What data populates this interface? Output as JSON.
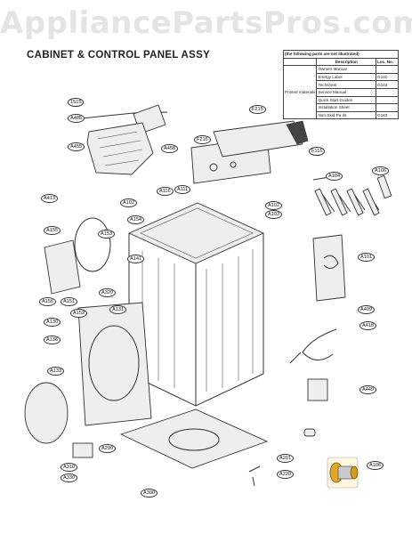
{
  "watermark": "AppliancePartsPros.com",
  "title": "CABINET & CONTROL PANEL ASSY",
  "legend_table": {
    "heading": "(the following parts are not illustrated)",
    "col_description": "Description",
    "col_loc": "Loc. No.",
    "group_label": "Printed materials",
    "rows": [
      {
        "description": "Owners Manual",
        "loc": ""
      },
      {
        "description": "Energy Label",
        "loc": "G102"
      },
      {
        "description": "Techsheet",
        "loc": "G103"
      },
      {
        "description": "Service Manual",
        "loc": ""
      },
      {
        "description": "Quick Start Guides",
        "loc": ""
      },
      {
        "description": "Installation Sheet",
        "loc": ""
      },
      {
        "description": "Non-Skid Pa ds",
        "loc": "G183"
      }
    ]
  },
  "callouts": [
    "1515",
    "A485",
    "A455",
    "A458",
    "F215",
    "F216",
    "F116",
    "A106",
    "A413",
    "A102",
    "A111",
    "A116",
    "A104",
    "A154",
    "A153",
    "A155",
    "A102",
    "A103",
    "A141",
    "A101",
    "A156",
    "A151",
    "A320",
    "A131",
    "A152",
    "A130",
    "A409",
    "A418",
    "A136",
    "A133",
    "A449",
    "A290",
    "A201",
    "A310",
    "A330",
    "A220",
    "A300",
    "A106"
  ],
  "highlight_color": "#e3a52a"
}
